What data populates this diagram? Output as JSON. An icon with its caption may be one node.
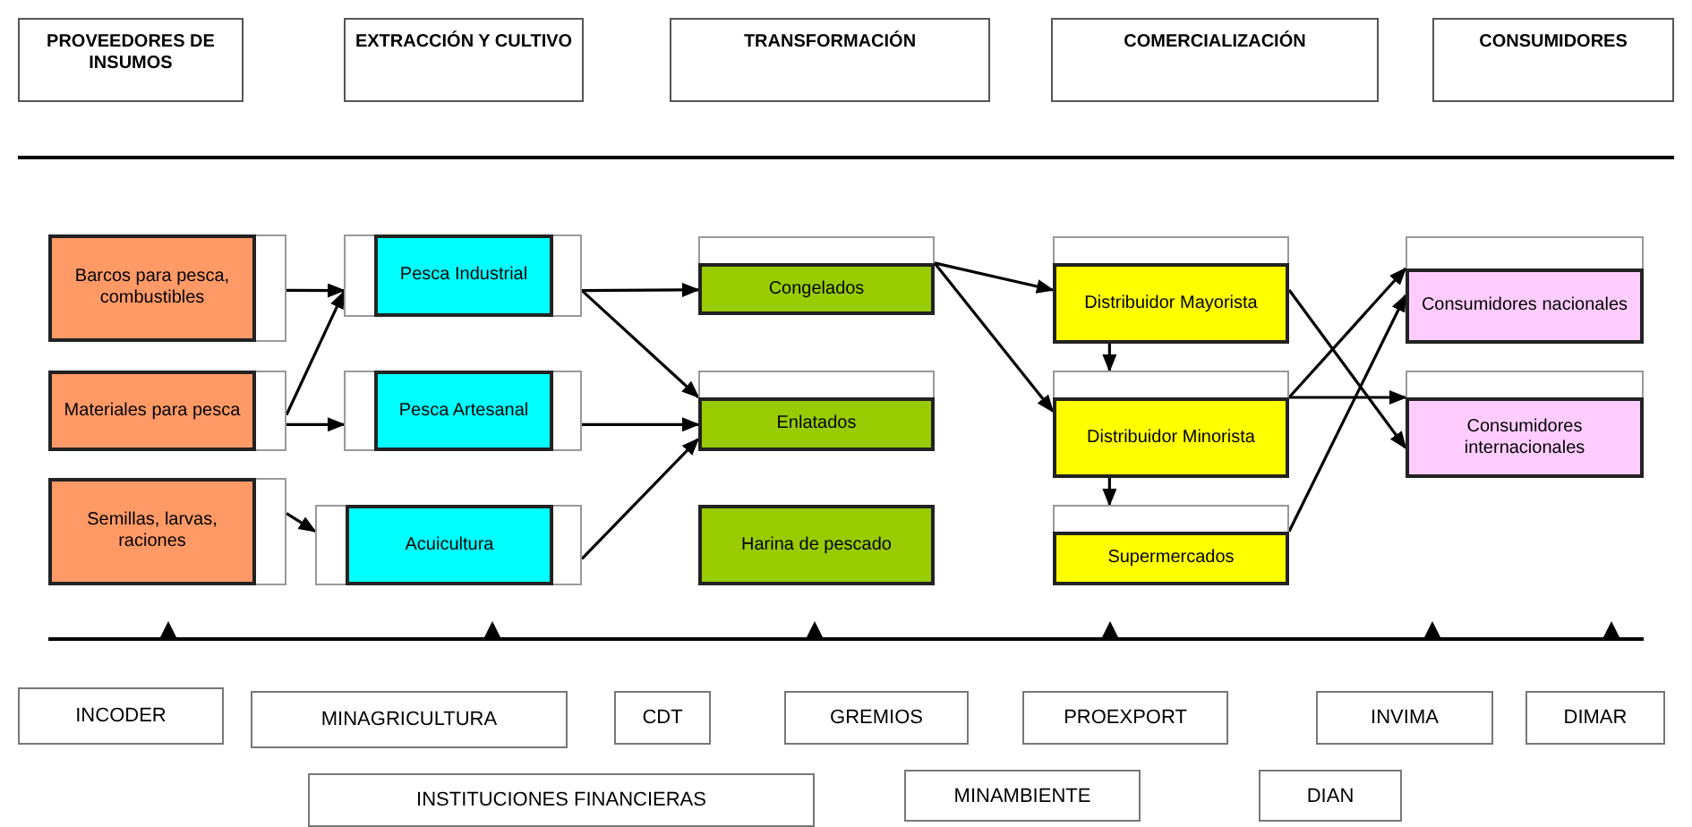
{
  "diagram": {
    "nodes": [
      {
        "text": [
          "PROVEEDORES DE INSUMOS"
        ]
      },
      {
        "text": [
          "EXTRACCIÓN Y CULTIVO"
        ]
      },
      {
        "text": [
          "TRANSFORMACIÓN"
        ]
      },
      {
        "text": [
          "COMERCIALIZACIÓN"
        ]
      },
      {
        "text": [
          "CONSUMIDORES"
        ]
      },
      {
        "text": [
          "Barcos para pesca, combustibles"
        ]
      },
      {
        "text": [
          "Materiales para pesca"
        ]
      },
      {
        "text": [
          "Semillas, larvas, raciones"
        ]
      },
      {
        "text": [
          "Pesca Industrial"
        ]
      },
      {
        "text": [
          "Pesca Artesanal"
        ]
      },
      {
        "text": [
          "Acuicultura"
        ]
      },
      {
        "text": [
          "Congelados"
        ]
      },
      {
        "text": [
          "Enlatados"
        ]
      },
      {
        "text": [
          "Harina de pescado"
        ]
      },
      {
        "text": [
          "Distribuidor Mayorista"
        ]
      },
      {
        "text": [
          "Distribuidor Minorista"
        ]
      },
      {
        "text": [
          "Supermercados"
        ]
      },
      {
        "text": [
          "Consumidores nacionales"
        ]
      },
      {
        "text": [
          "Consumidores internacionales"
        ]
      },
      {
        "text": [
          "INCODER"
        ]
      },
      {
        "text": [
          "MINAGRICULTURA"
        ]
      },
      {
        "text": [
          "CDT"
        ]
      },
      {
        "text": [
          "GREMIOS"
        ]
      },
      {
        "text": [
          "PROEXPORT"
        ]
      },
      {
        "text": [
          "INVIMA"
        ]
      },
      {
        "text": [
          "DIMAR"
        ]
      },
      {
        "text": [
          "INSTITUCIONES FINANCIERAS"
        ]
      },
      {
        "text": [
          "MINAMBIENTE"
        ]
      },
      {
        "text": [
          "DIAN"
        ]
      }
    ],
    "edges": [
      {
        "from": 5,
        "to": 8,
        "arrow": "to"
      },
      {
        "from": 6,
        "to": 8,
        "arrow": "to"
      },
      {
        "from": 6,
        "to": 9,
        "arrow": "to"
      },
      {
        "from": 7,
        "to": 10,
        "arrow": "to"
      },
      {
        "from": 8,
        "to": 11,
        "arrow": "to"
      },
      {
        "from": 8,
        "to": 12,
        "arrow": "to"
      },
      {
        "from": 9,
        "to": 12,
        "arrow": "to"
      },
      {
        "from": 10,
        "to": 12,
        "arrow": "to"
      },
      {
        "from": 11,
        "to": 14,
        "arrow": "to"
      },
      {
        "from": 11,
        "to": 15,
        "arrow": "to"
      },
      {
        "from": 14,
        "to": 15,
        "arrow": "to"
      },
      {
        "from": 15,
        "to": 16,
        "arrow": "to"
      },
      {
        "from": 14,
        "to": 18,
        "arrow": "to"
      },
      {
        "from": 15,
        "to": 17,
        "arrow": "to"
      },
      {
        "from": 15,
        "to": 18,
        "arrow": "to"
      },
      {
        "from": 16,
        "to": 17,
        "arrow": "to"
      }
    ]
  }
}
